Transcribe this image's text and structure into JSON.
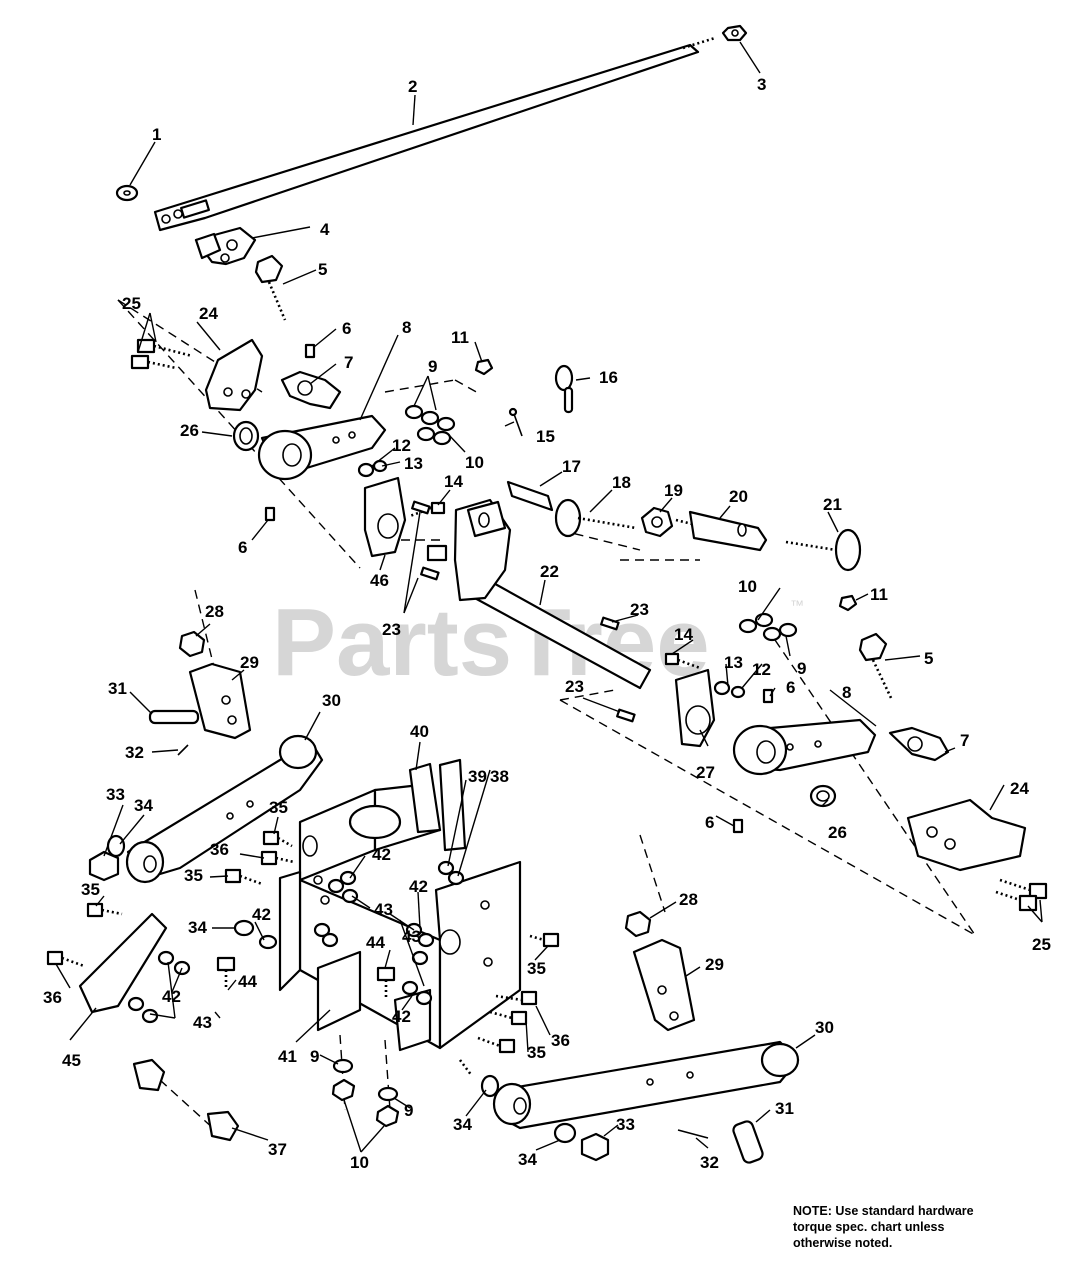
{
  "watermark": {
    "text": "PartsTree",
    "mark": "™"
  },
  "note": {
    "line1": "NOTE: Use standard hardware",
    "line2": "torque spec. chart unless",
    "line3": "otherwise noted."
  },
  "callouts": {
    "c1": "1",
    "c2": "2",
    "c3": "3",
    "c4": "4",
    "c5a": "5",
    "c5b": "5",
    "c6a": "6",
    "c6b": "6",
    "c6c": "6",
    "c6d": "6",
    "c7a": "7",
    "c7b": "7",
    "c8a": "8",
    "c8b": "8",
    "c9a": "9",
    "c9b": "9",
    "c9c": "9",
    "c9d": "9",
    "c10a": "10",
    "c10b": "10",
    "c10c": "10",
    "c11a": "11",
    "c11b": "11",
    "c12a": "12",
    "c12b": "12",
    "c13a": "13",
    "c13b": "13",
    "c14a": "14",
    "c14b": "14",
    "c15": "15",
    "c16": "16",
    "c17": "17",
    "c18": "18",
    "c19": "19",
    "c20": "20",
    "c21": "21",
    "c22": "22",
    "c23a": "23",
    "c23b": "23",
    "c23c": "23",
    "c24a": "24",
    "c24b": "24",
    "c25a": "25",
    "c25b": "25",
    "c26a": "26",
    "c26b": "26",
    "c27": "27",
    "c28a": "28",
    "c28b": "28",
    "c29a": "29",
    "c29b": "29",
    "c30a": "30",
    "c30b": "30",
    "c31a": "31",
    "c31b": "31",
    "c32a": "32",
    "c32b": "32",
    "c33a": "33",
    "c33b": "33",
    "c34a": "34",
    "c34b": "34",
    "c34c": "34",
    "c34d": "34",
    "c35a": "35",
    "c35b": "35",
    "c35c": "35",
    "c35d": "35",
    "c35e": "35",
    "c36a": "36",
    "c36b": "36",
    "c36c": "36",
    "c37": "37",
    "c38": "38",
    "c39": "39",
    "c40": "40",
    "c41": "41",
    "c42a": "42",
    "c42b": "42",
    "c42c": "42",
    "c42d": "42",
    "c42e": "42",
    "c43a": "43",
    "c43b": "43",
    "c43c": "43",
    "c44a": "44",
    "c44b": "44",
    "c45": "45",
    "c46": "46"
  }
}
